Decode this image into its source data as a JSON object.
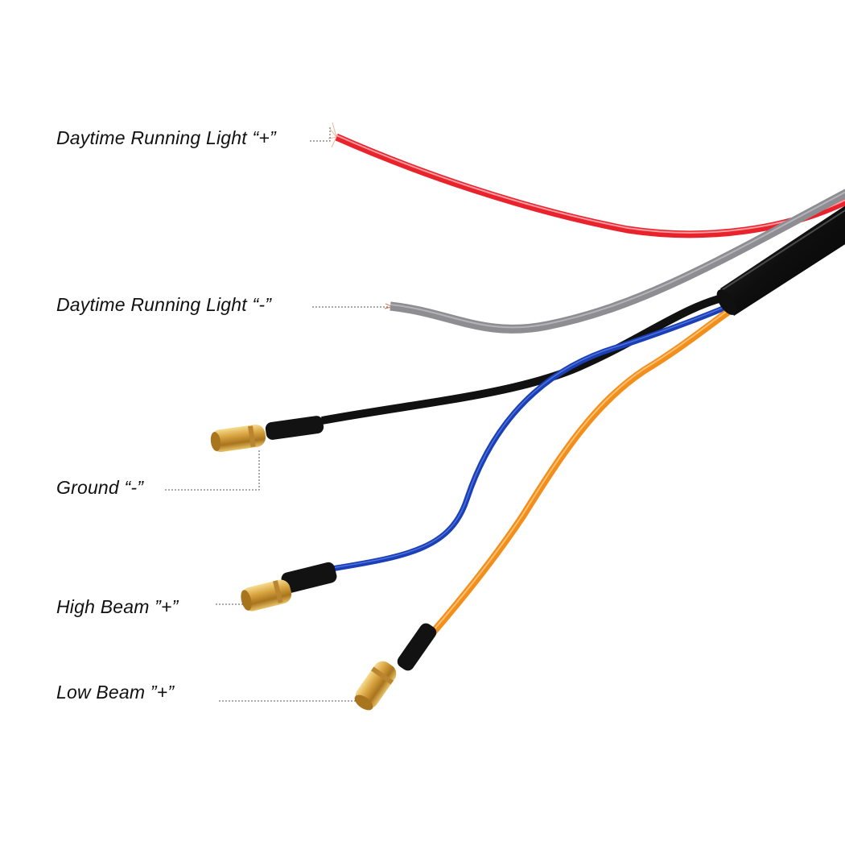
{
  "labels": {
    "drl_positive": "Daytime Running Light “+”",
    "drl_negative": "Daytime Running Light “-”",
    "ground": "Ground “-”",
    "high_beam": "High Beam ”+”",
    "low_beam": "Low Beam ”+”"
  },
  "colors": {
    "background": "#ffffff",
    "drl_positive_wire": "#e8232c",
    "drl_negative_wire": "#8d8d92",
    "ground_wire": "#111111",
    "high_beam_wire": "#1b3fb5",
    "low_beam_wire": "#f28f1c",
    "sheath": "#141414",
    "connector": "#d9a441",
    "leader_line": "#555555"
  }
}
